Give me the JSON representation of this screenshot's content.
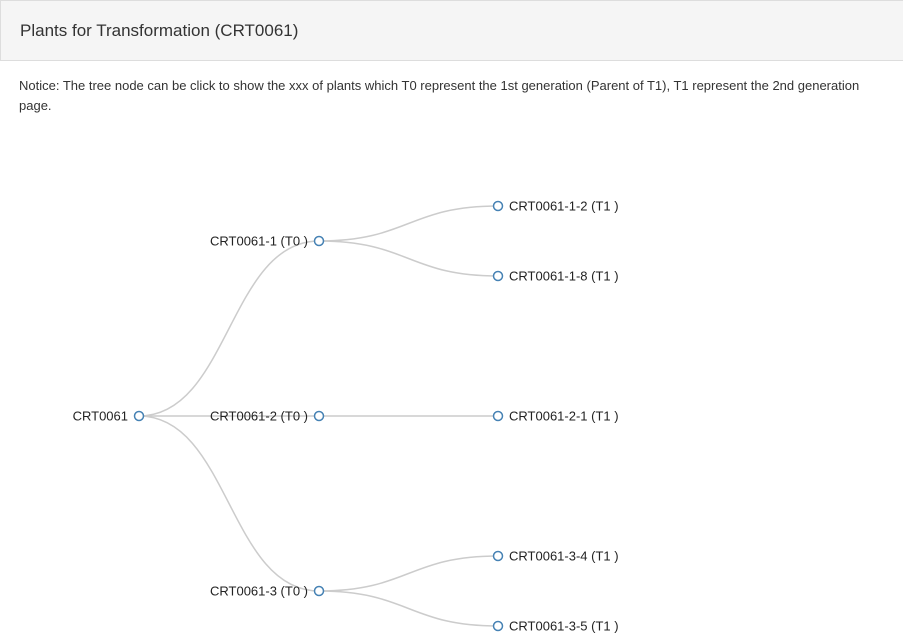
{
  "panel": {
    "title": "Plants for Transformation (CRT0061)"
  },
  "notice": {
    "line1": "Notice: The tree node can be click to show the xxx of plants which T0 represent the 1st generation (Parent of T1), T1 represent the 2nd generation",
    "line2": "page."
  },
  "tree": {
    "root": {
      "label": "CRT0061",
      "children": [
        {
          "label": "CRT0061-1 (T0 )",
          "children": [
            {
              "label": "CRT0061-1-2 (T1 )"
            },
            {
              "label": "CRT0061-1-8 (T1 )"
            }
          ]
        },
        {
          "label": "CRT0061-2 (T0 )",
          "children": [
            {
              "label": "CRT0061-2-1 (T1 )"
            }
          ]
        },
        {
          "label": "CRT0061-3 (T0 )",
          "children": [
            {
              "label": "CRT0061-3-4 (T1 )"
            },
            {
              "label": "CRT0061-3-5 (T1 )"
            }
          ]
        }
      ]
    },
    "colors": {
      "link": "#cccccc",
      "node_stroke": "#4682b4",
      "node_fill": "#ffffff"
    }
  }
}
